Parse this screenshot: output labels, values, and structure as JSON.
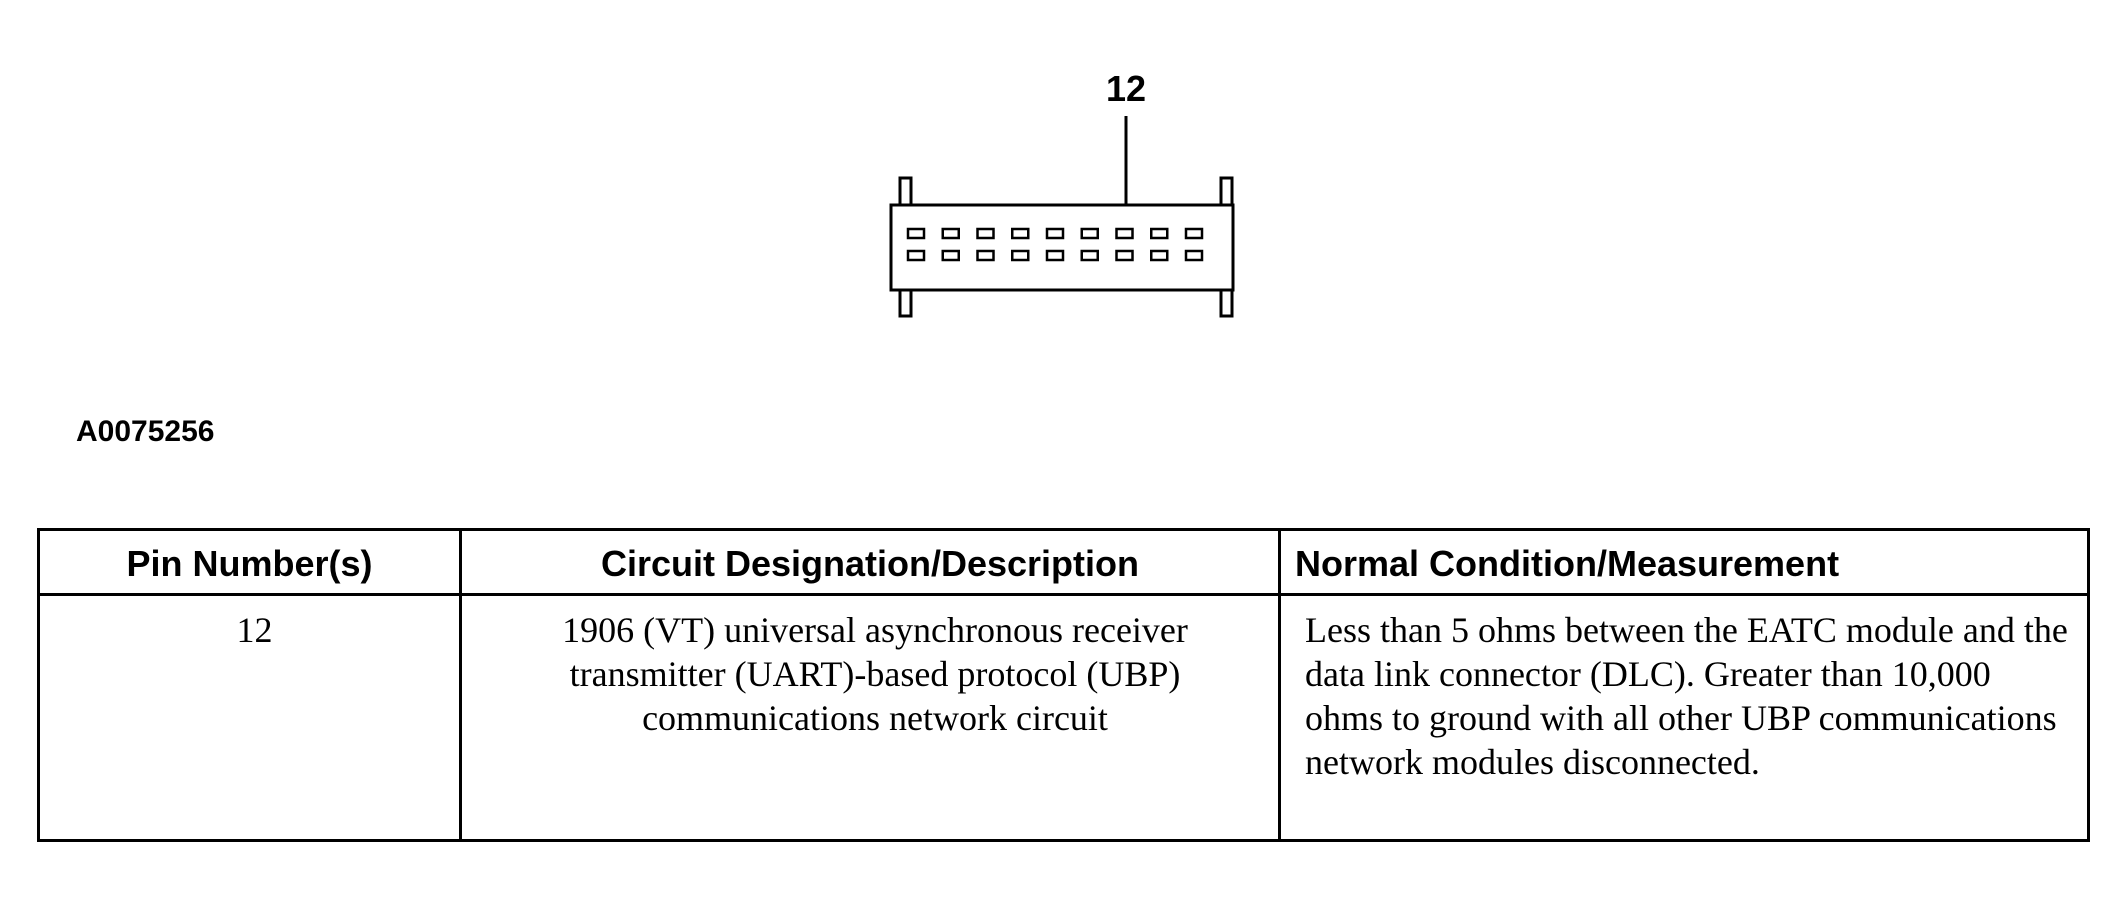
{
  "diagram": {
    "pin_callout": "12",
    "figure_id": "A0075256"
  },
  "table": {
    "headers": [
      "Pin Number(s)",
      "Circuit Designation/Description",
      "Normal Condition/Measurement"
    ],
    "rows": [
      {
        "pin": "12",
        "description": "1906 (VT) universal asynchronous receiver transmitter (UART)-based protocol (UBP) communications network circuit",
        "measurement": "Less than 5 ohms between the EATC module and the data link connector (DLC). Greater than 10,000 ohms to ground with all other UBP communications network modules disconnected."
      }
    ]
  }
}
